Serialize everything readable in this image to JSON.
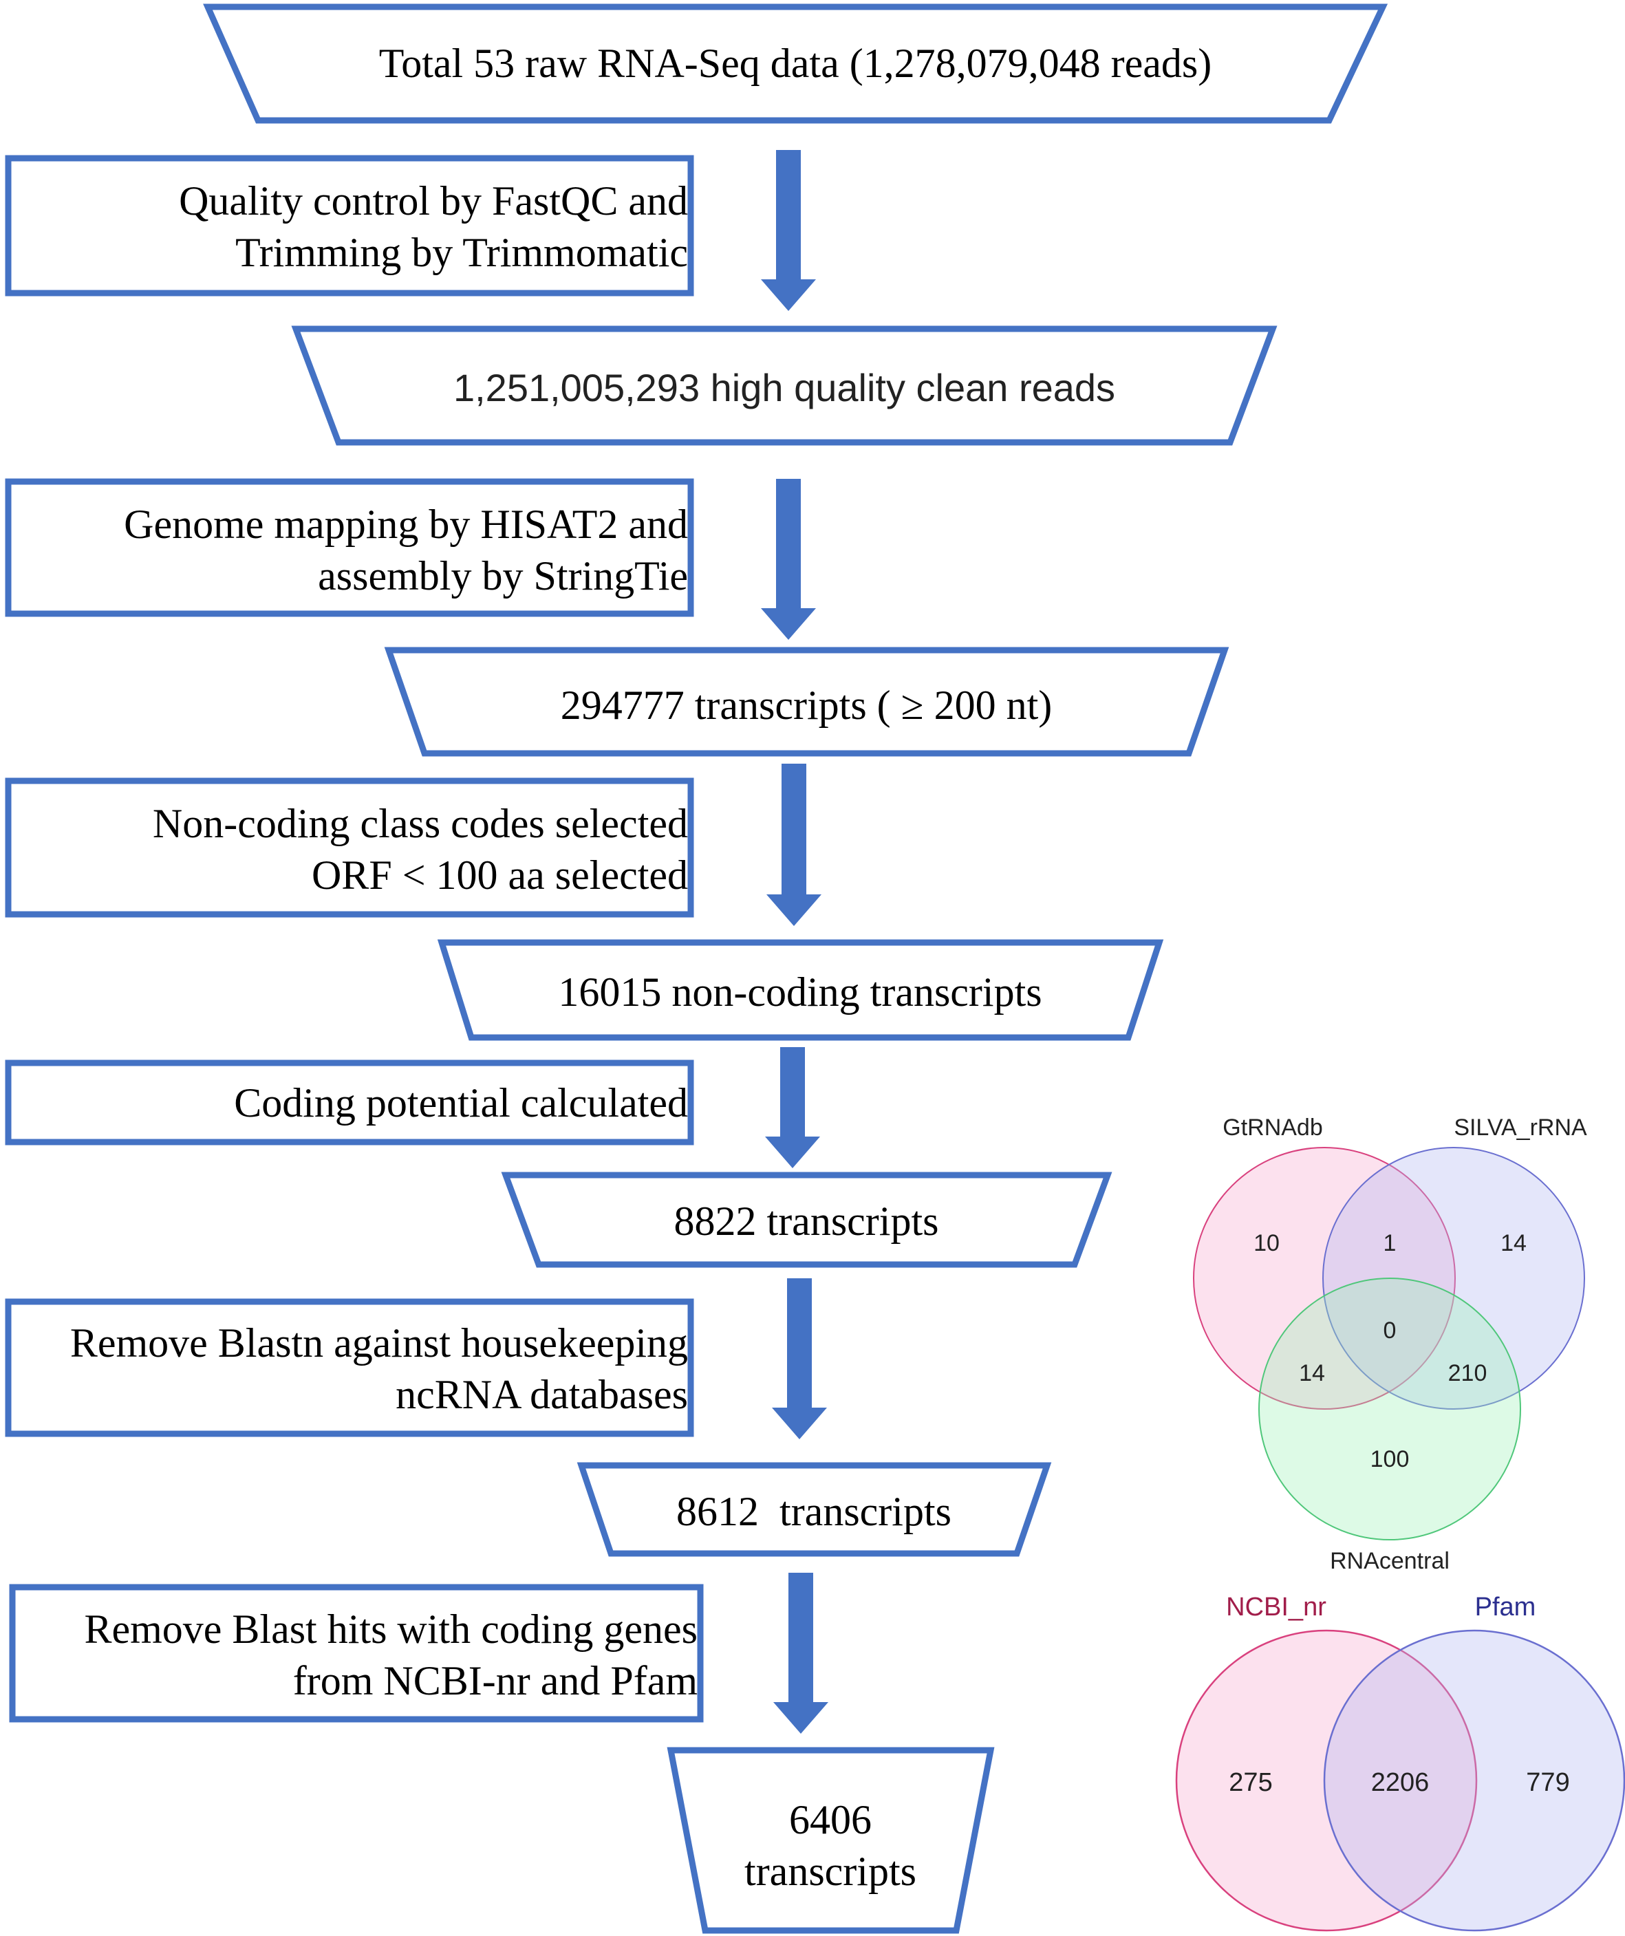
{
  "colors": {
    "stroke": "#4472C4",
    "arrow": "#4472C4",
    "venn_pink_fill": "#f7a8cf",
    "venn_pink_stroke": "#d9417e",
    "venn_blue_fill": "#b3b8f2",
    "venn_blue_stroke": "#6a6fd0",
    "venn_green_fill": "#9ef2b7",
    "venn_green_stroke": "#4fc77a",
    "ncbi_label": "#a11d4a",
    "pfam_label": "#2b2f8f"
  },
  "flow": {
    "raw_data": "Total 53 raw RNA-Seq data (1,278,079,048 reads)",
    "qc_line1": "Quality control by FastQC and",
    "qc_line2": "Trimming by Trimmomatic",
    "clean_reads": "1,251,005,293 high quality clean reads",
    "mapping_line1": "Genome mapping by HISAT2 and",
    "mapping_line2": "assembly by StringTie",
    "transcripts_294777": "294777 transcripts ( ≥ 200 nt)",
    "noncoding_line1": "Non-coding class codes selected",
    "noncoding_line2": "ORF < 100 aa selected",
    "noncoding_16015": "16015 non-coding transcripts",
    "coding_potential": "Coding potential calculated",
    "transcripts_8822": "8822 transcripts",
    "blastn_line1": "Remove Blastn against housekeeping",
    "blastn_line2": "ncRNA databases",
    "transcripts_8612": "8612  transcripts",
    "blast_nr_line1": "Remove Blast hits with coding genes",
    "blast_nr_line2": "from NCBI-nr and Pfam",
    "final_line1": "6406",
    "final_line2": "transcripts"
  },
  "venn_three": {
    "labels": {
      "a": "GtRNAdb",
      "b": "SILVA_rRNA",
      "c": "RNAcentral"
    },
    "values": {
      "a_only": "10",
      "ab": "1",
      "b_only": "14",
      "abc": "0",
      "ac": "14",
      "bc": "210",
      "c_only": "100"
    }
  },
  "venn_two": {
    "labels": {
      "a": "NCBI_nr",
      "b": "Pfam"
    },
    "values": {
      "a_only": "275",
      "ab": "2206",
      "b_only": "779"
    }
  }
}
